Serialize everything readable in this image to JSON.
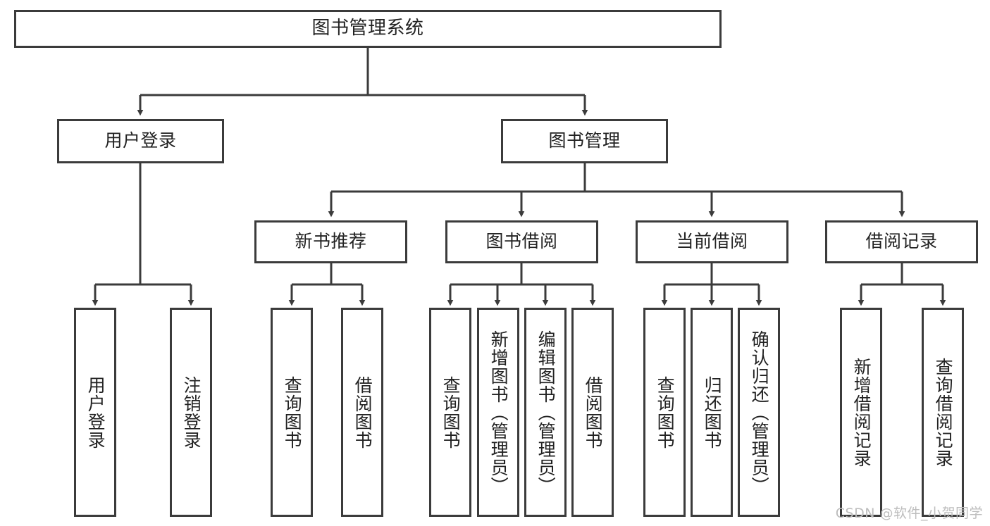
{
  "diagram": {
    "title_node": {
      "label": "图书管理系统"
    },
    "level2": [
      {
        "label": "用户登录"
      },
      {
        "label": "图书管理"
      }
    ],
    "level3": [
      {
        "label": "新书推荐"
      },
      {
        "label": "图书借阅"
      },
      {
        "label": "当前借阅"
      },
      {
        "label": "借阅记录"
      }
    ],
    "leaves": [
      {
        "label": "用户登录"
      },
      {
        "label": "注销登录"
      },
      {
        "label": "查询图书"
      },
      {
        "label": "借阅图书"
      },
      {
        "label": "查询图书"
      },
      {
        "label": "新增图书（管理员）"
      },
      {
        "label": "编辑图书（管理员）"
      },
      {
        "label": "借阅图书"
      },
      {
        "label": "查询图书"
      },
      {
        "label": "归还图书"
      },
      {
        "label": "确认归还（管理员）"
      },
      {
        "label": "新增借阅记录"
      },
      {
        "label": "查询借阅记录"
      }
    ],
    "watermark": "CSDN @软件_小贺同学",
    "colors": {
      "stroke": "#3b3b3b",
      "text": "#222222",
      "background": "#ffffff",
      "watermark": "#bdbdbd"
    }
  }
}
